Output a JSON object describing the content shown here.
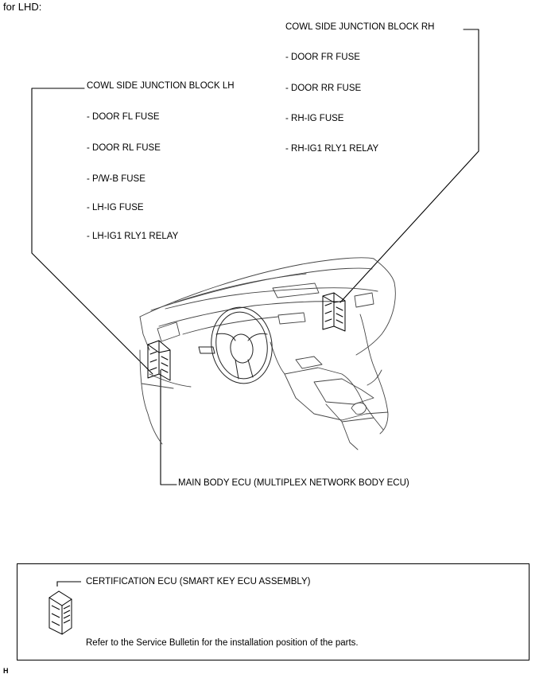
{
  "header": "for LHD:",
  "lh_block": {
    "title": "COWL SIDE JUNCTION BLOCK LH",
    "items": [
      "- DOOR FL FUSE",
      "- DOOR RL FUSE",
      "- P/W-B FUSE",
      "- LH-IG FUSE",
      "- LH-IG1 RLY1 RELAY"
    ]
  },
  "rh_block": {
    "title": "COWL SIDE JUNCTION BLOCK RH",
    "items": [
      "- DOOR FR FUSE",
      "- DOOR RR FUSE",
      "- RH-IG FUSE",
      "- RH-IG1 RLY1 RELAY"
    ]
  },
  "main_ecu_label": "MAIN BODY ECU (MULTIPLEX NETWORK BODY ECU)",
  "note_box": {
    "certification_label": "CERTIFICATION ECU (SMART KEY ECU ASSEMBLY)",
    "note": "Refer to the Service Bulletin for the installation position of the parts."
  },
  "figure_id": "H"
}
